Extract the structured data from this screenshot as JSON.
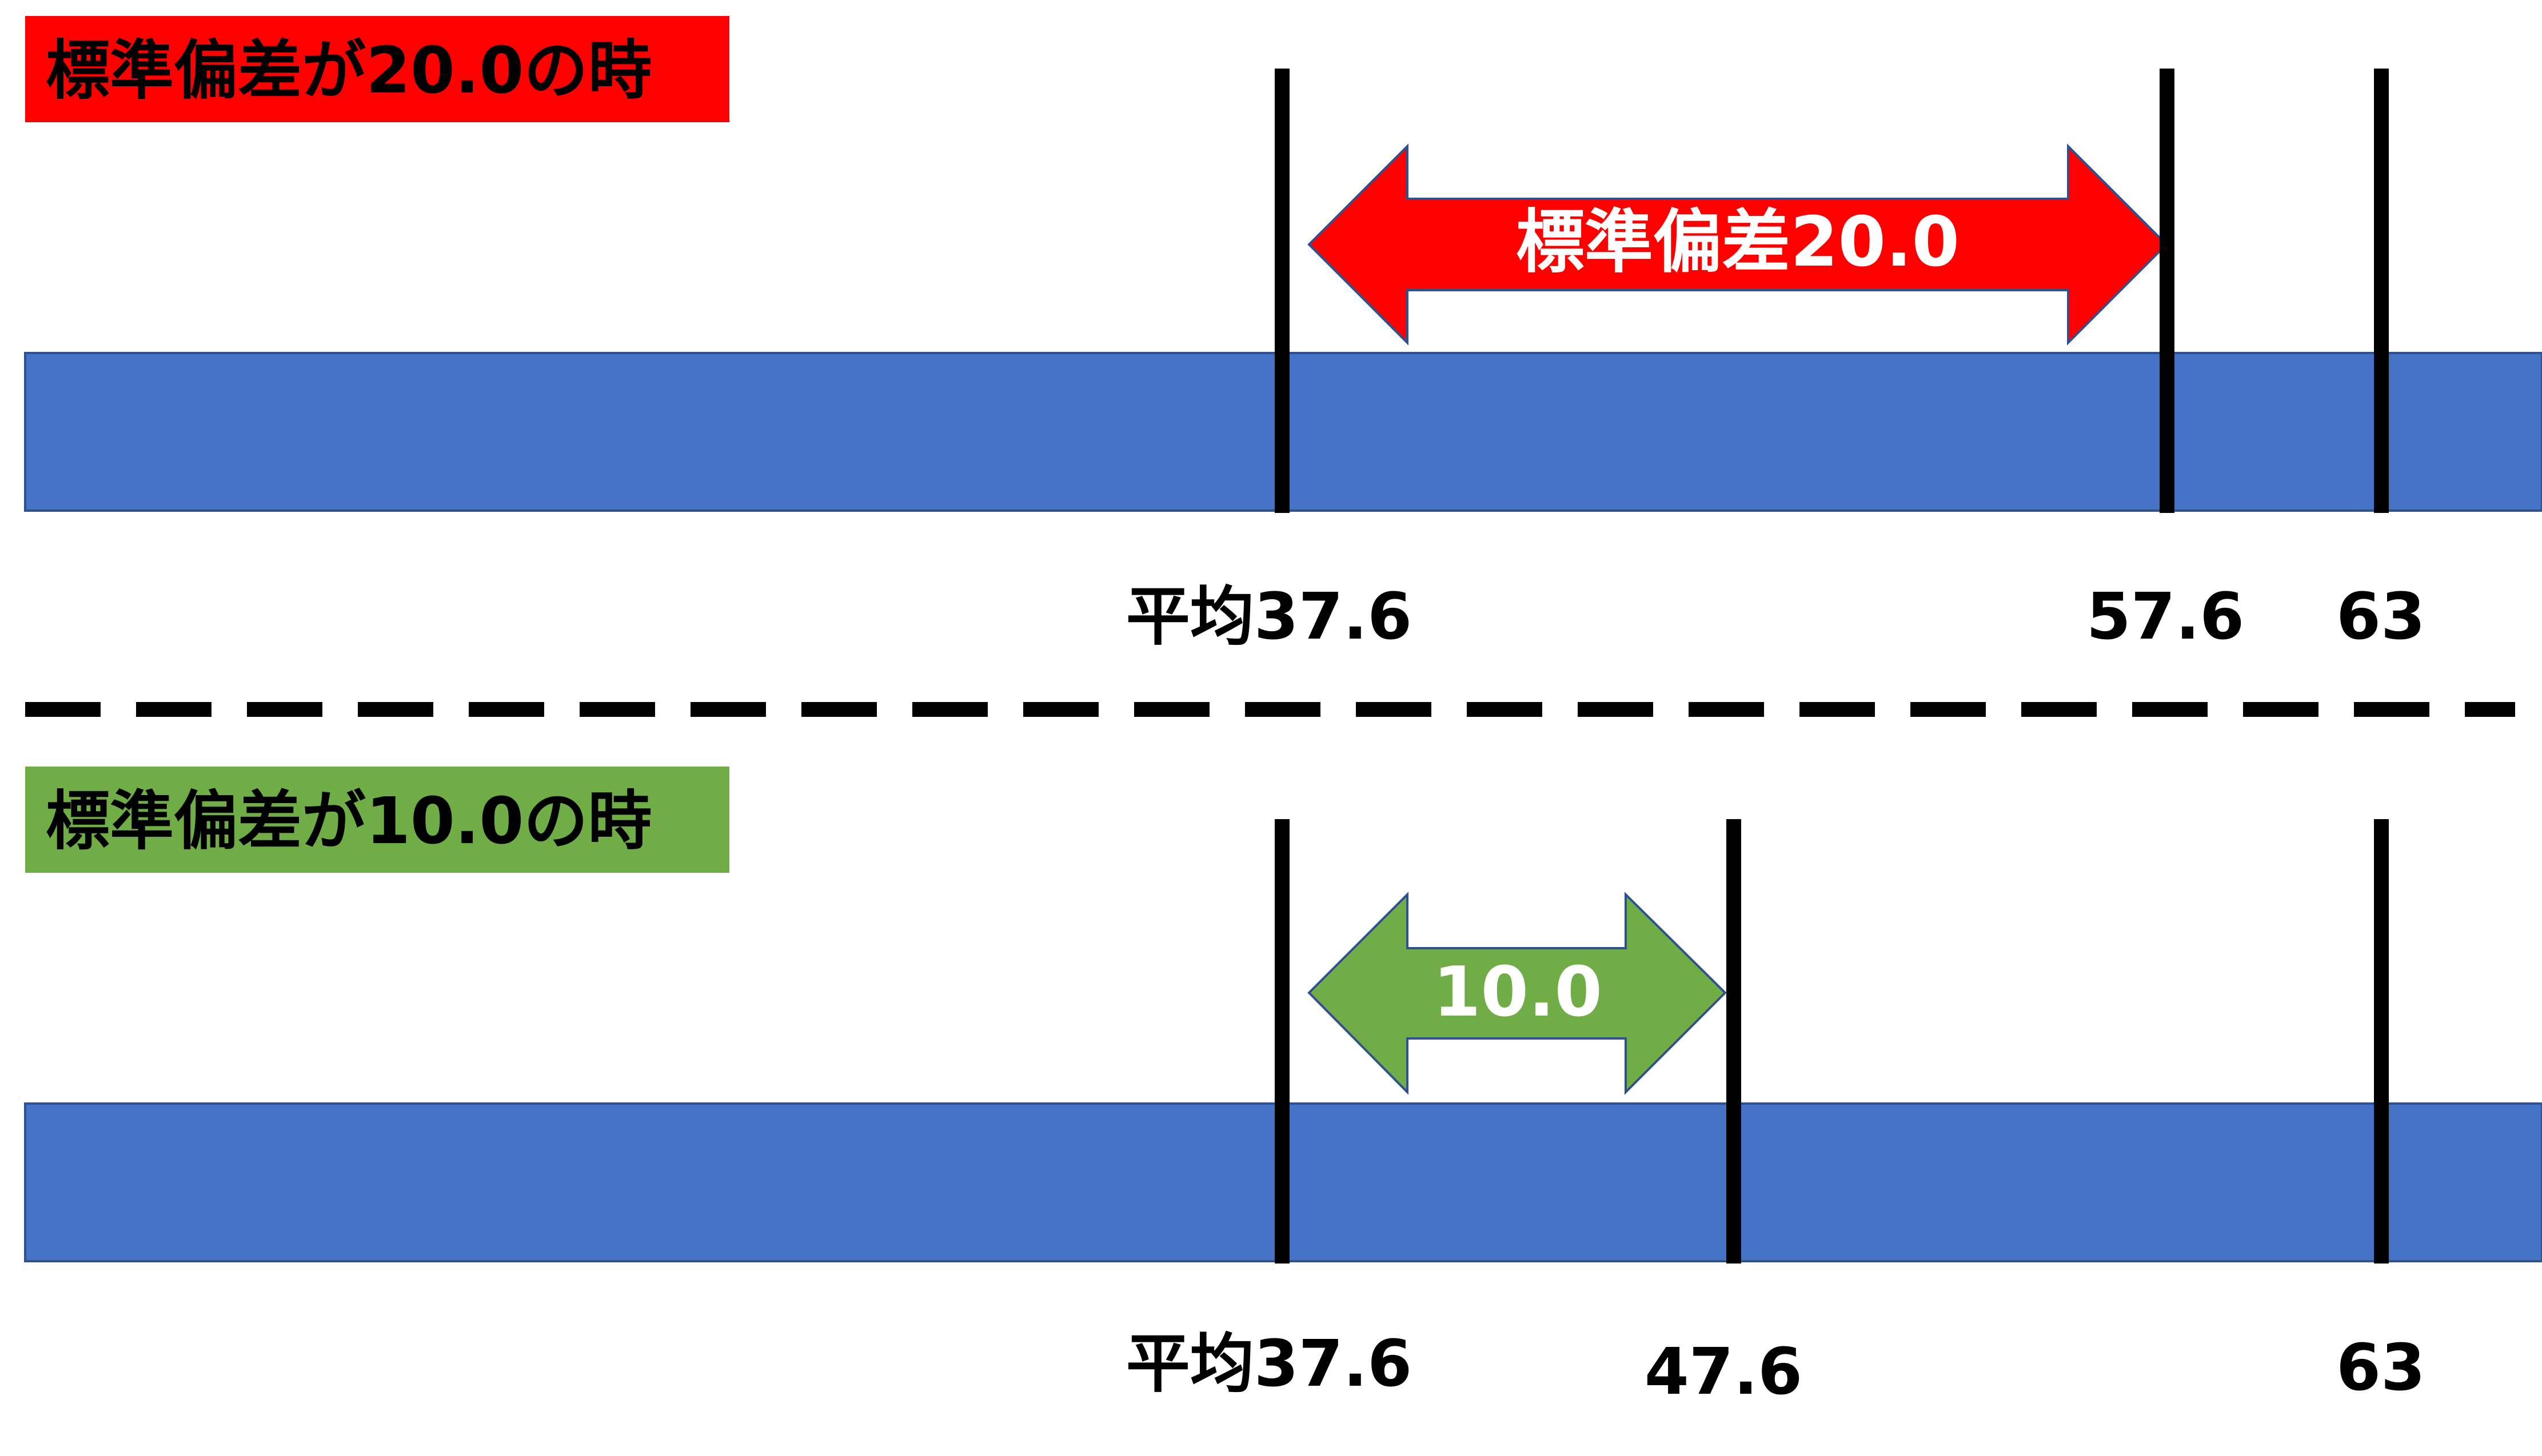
{
  "colors": {
    "background": "#FFFFFF",
    "bar_fill": "#4472C4",
    "bar_stroke": "#2F528F",
    "marker": "#000000",
    "panel_top_accent": "#FF0000",
    "panel_bottom_accent": "#70AD47",
    "arrow_text": "#FFFFFF",
    "title_text": "#000000",
    "tick_text": "#000000"
  },
  "panels": [
    {
      "title": "標準偏差が20.0の時",
      "arrow_label": "標準偏差20.0",
      "mean_label": "平均37.6",
      "sd_point_label": "57.6",
      "value_label": "63",
      "mean": 37.6,
      "sd": 20.0,
      "sd_point": 57.6,
      "value": 63
    },
    {
      "title": "標準偏差が10.0の時",
      "arrow_label": "10.0",
      "mean_label": "平均37.6",
      "sd_point_label": "47.6",
      "value_label": "63",
      "mean": 37.6,
      "sd": 10.0,
      "sd_point": 47.6,
      "value": 63
    }
  ]
}
